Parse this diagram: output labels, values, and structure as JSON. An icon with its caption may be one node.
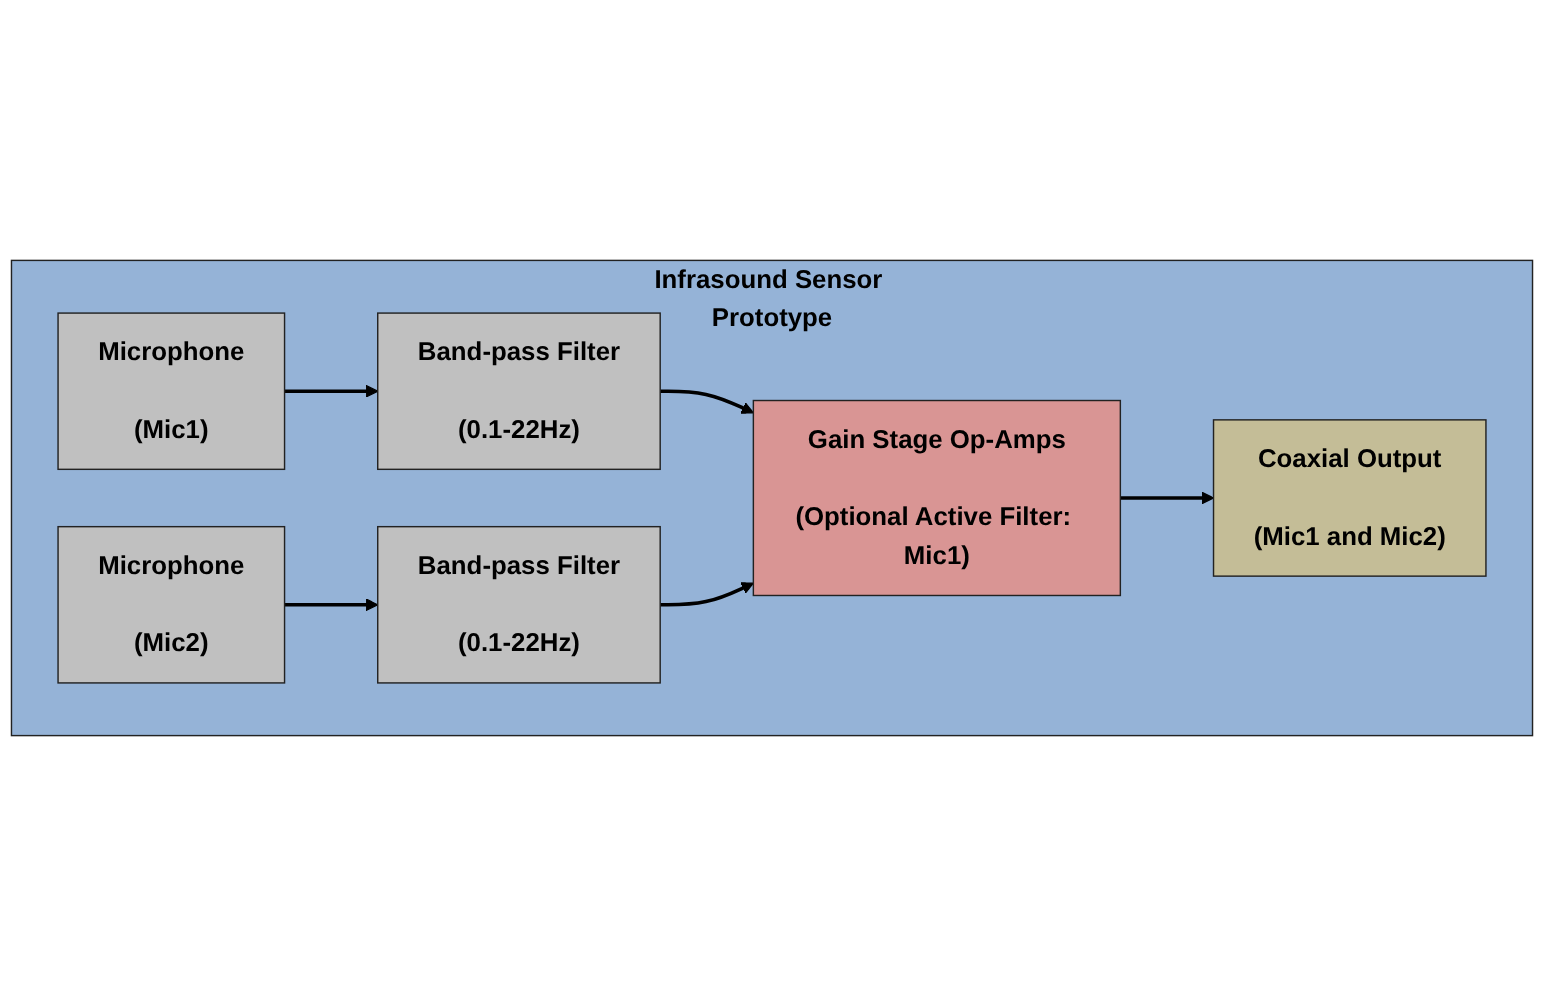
{
  "diagram": {
    "nodes": [
      {
        "text": [
          "Infrasound Sensor Prototype"
        ]
      },
      {
        "text": [
          "Microphone",
          "(Mic1)"
        ],
        "in": 0
      },
      {
        "text": [
          "Band-pass Filter",
          "(0.1-22Hz)"
        ],
        "in": 0
      },
      {
        "text": [
          "Gain Stage Op-Amps",
          "(Optional Active Filter: Mic1)"
        ],
        "in": 0
      },
      {
        "text": [
          "Coaxial Output",
          "(Mic1 and Mic2)"
        ],
        "in": 0
      },
      {
        "text": [
          "Microphone",
          "(Mic2)"
        ],
        "in": 0
      },
      {
        "text": [
          "Band-pass Filter",
          "(0.1-22Hz)"
        ],
        "in": 0
      }
    ],
    "edges": [
      {
        "from": 1,
        "to": 2,
        "arrow": "to"
      },
      {
        "from": 2,
        "to": 3,
        "arrow": "to"
      },
      {
        "from": 3,
        "to": 4,
        "arrow": "to"
      },
      {
        "from": 5,
        "to": 6,
        "arrow": "to"
      },
      {
        "from": 6,
        "to": 3,
        "arrow": "to"
      }
    ]
  }
}
